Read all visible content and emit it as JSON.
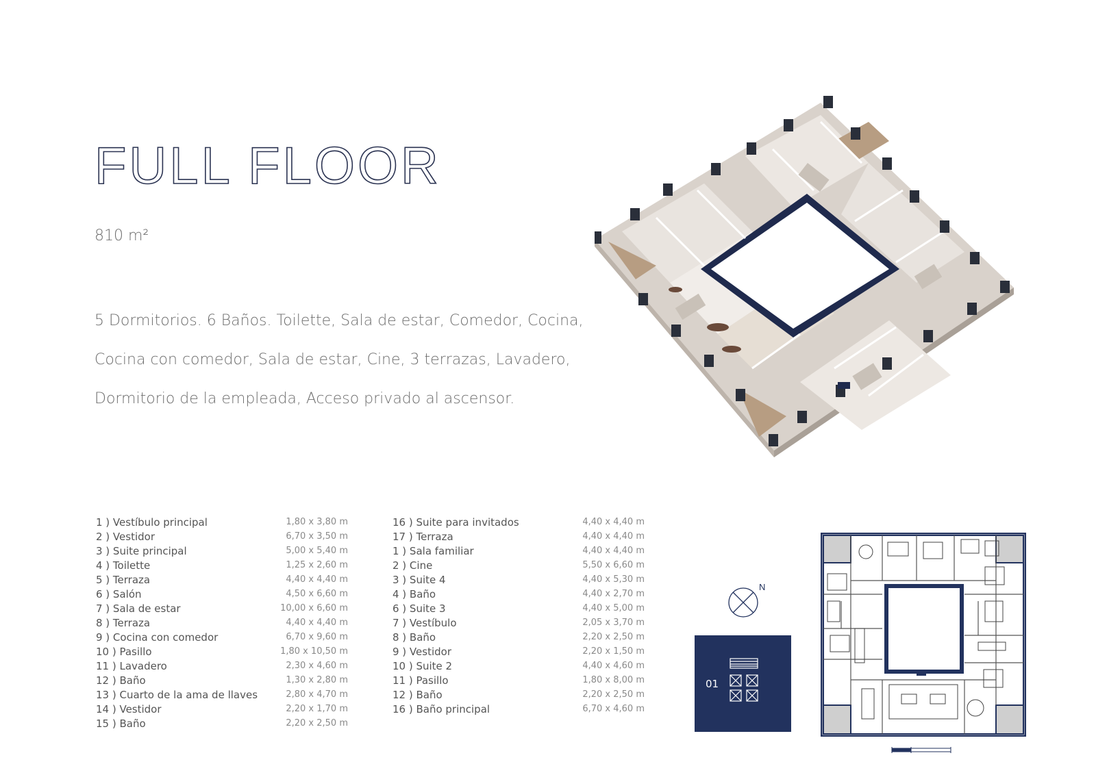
{
  "page": {
    "title": "FULL FLOOR",
    "area": "810 m²",
    "description_lines": [
      "5 Dormitorios. 6 Baños. Toilette, Sala de estar, Comedor, Cocina,",
      "Cocina con comedor, Sala de estar, Cine, 3 terrazas, Lavadero,",
      "Dormitorio de la empleada, Acceso privado al ascensor."
    ]
  },
  "rooms_left": [
    {
      "label": "1 ) Vestíbulo principal",
      "dim": "1,80 x 3,80 m"
    },
    {
      "label": "2 ) Vestidor",
      "dim": "6,70 x 3,50 m"
    },
    {
      "label": "3 ) Suite principal",
      "dim": "5,00 x 5,40 m"
    },
    {
      "label": "4 ) Toilette",
      "dim": "1,25 x 2,60 m"
    },
    {
      "label": "5 ) Terraza",
      "dim": "4,40 x 4,40 m"
    },
    {
      "label": "6 ) Salón",
      "dim": "4,50 x 6,60 m"
    },
    {
      "label": "7 ) Sala de estar",
      "dim": "10,00 x 6,60 m"
    },
    {
      "label": "8 ) Terraza",
      "dim": "4,40 x 4,40 m"
    },
    {
      "label": "9 ) Cocina con comedor",
      "dim": "6,70 x 9,60 m"
    },
    {
      "label": "10 ) Pasillo",
      "dim": "1,80 x 10,50 m"
    },
    {
      "label": "11 ) Lavadero",
      "dim": "2,30 x 4,60 m"
    },
    {
      "label": "12 ) Baño",
      "dim": "1,30 x 2,80 m"
    },
    {
      "label": "13 ) Cuarto de la ama de llaves",
      "dim": "2,80 x 4,70 m"
    },
    {
      "label": "14 ) Vestidor",
      "dim": "2,20 x 1,70 m"
    },
    {
      "label": "15 ) Baño",
      "dim": "2,20 x 2,50 m"
    }
  ],
  "rooms_right": [
    {
      "label": "16 ) Suite para invitados",
      "dim": "4,40 x 4,40 m"
    },
    {
      "label": "17 ) Terraza",
      "dim": "4,40 x 4,40 m"
    },
    {
      "label": "1 ) Sala familiar",
      "dim": "4,40 x 4,40 m"
    },
    {
      "label": "2 ) Cine",
      "dim": "5,50 x 6,60 m"
    },
    {
      "label": "3 ) Suite 4",
      "dim": "4,40 x 5,30 m"
    },
    {
      "label": "4 ) Baño",
      "dim": "4,40 x 2,70 m"
    },
    {
      "label": "6 ) Suite 3",
      "dim": "4,40 x 5,00 m"
    },
    {
      "label": "7 ) Vestíbulo",
      "dim": "2,05 x 3,70 m"
    },
    {
      "label": "8 ) Baño",
      "dim": "2,20 x 2,50 m"
    },
    {
      "label": "9 ) Vestidor",
      "dim": "2,20 x 1,50 m"
    },
    {
      "label": "10 ) Suite 2",
      "dim": "4,40 x 4,60 m"
    },
    {
      "label": "11 ) Pasillo",
      "dim": "1,80 x 8,00 m"
    },
    {
      "label": "12 ) Baño",
      "dim": "2,20 x 2,50 m"
    },
    {
      "label": "16 ) Baño principal",
      "dim": "6,70 x 4,60 m"
    }
  ],
  "compass": {
    "label": "N"
  },
  "keyplan": {
    "floor_number": "01",
    "color": "#22325e"
  },
  "colors": {
    "navy": "#22325e",
    "text": "#6e6e6e"
  }
}
